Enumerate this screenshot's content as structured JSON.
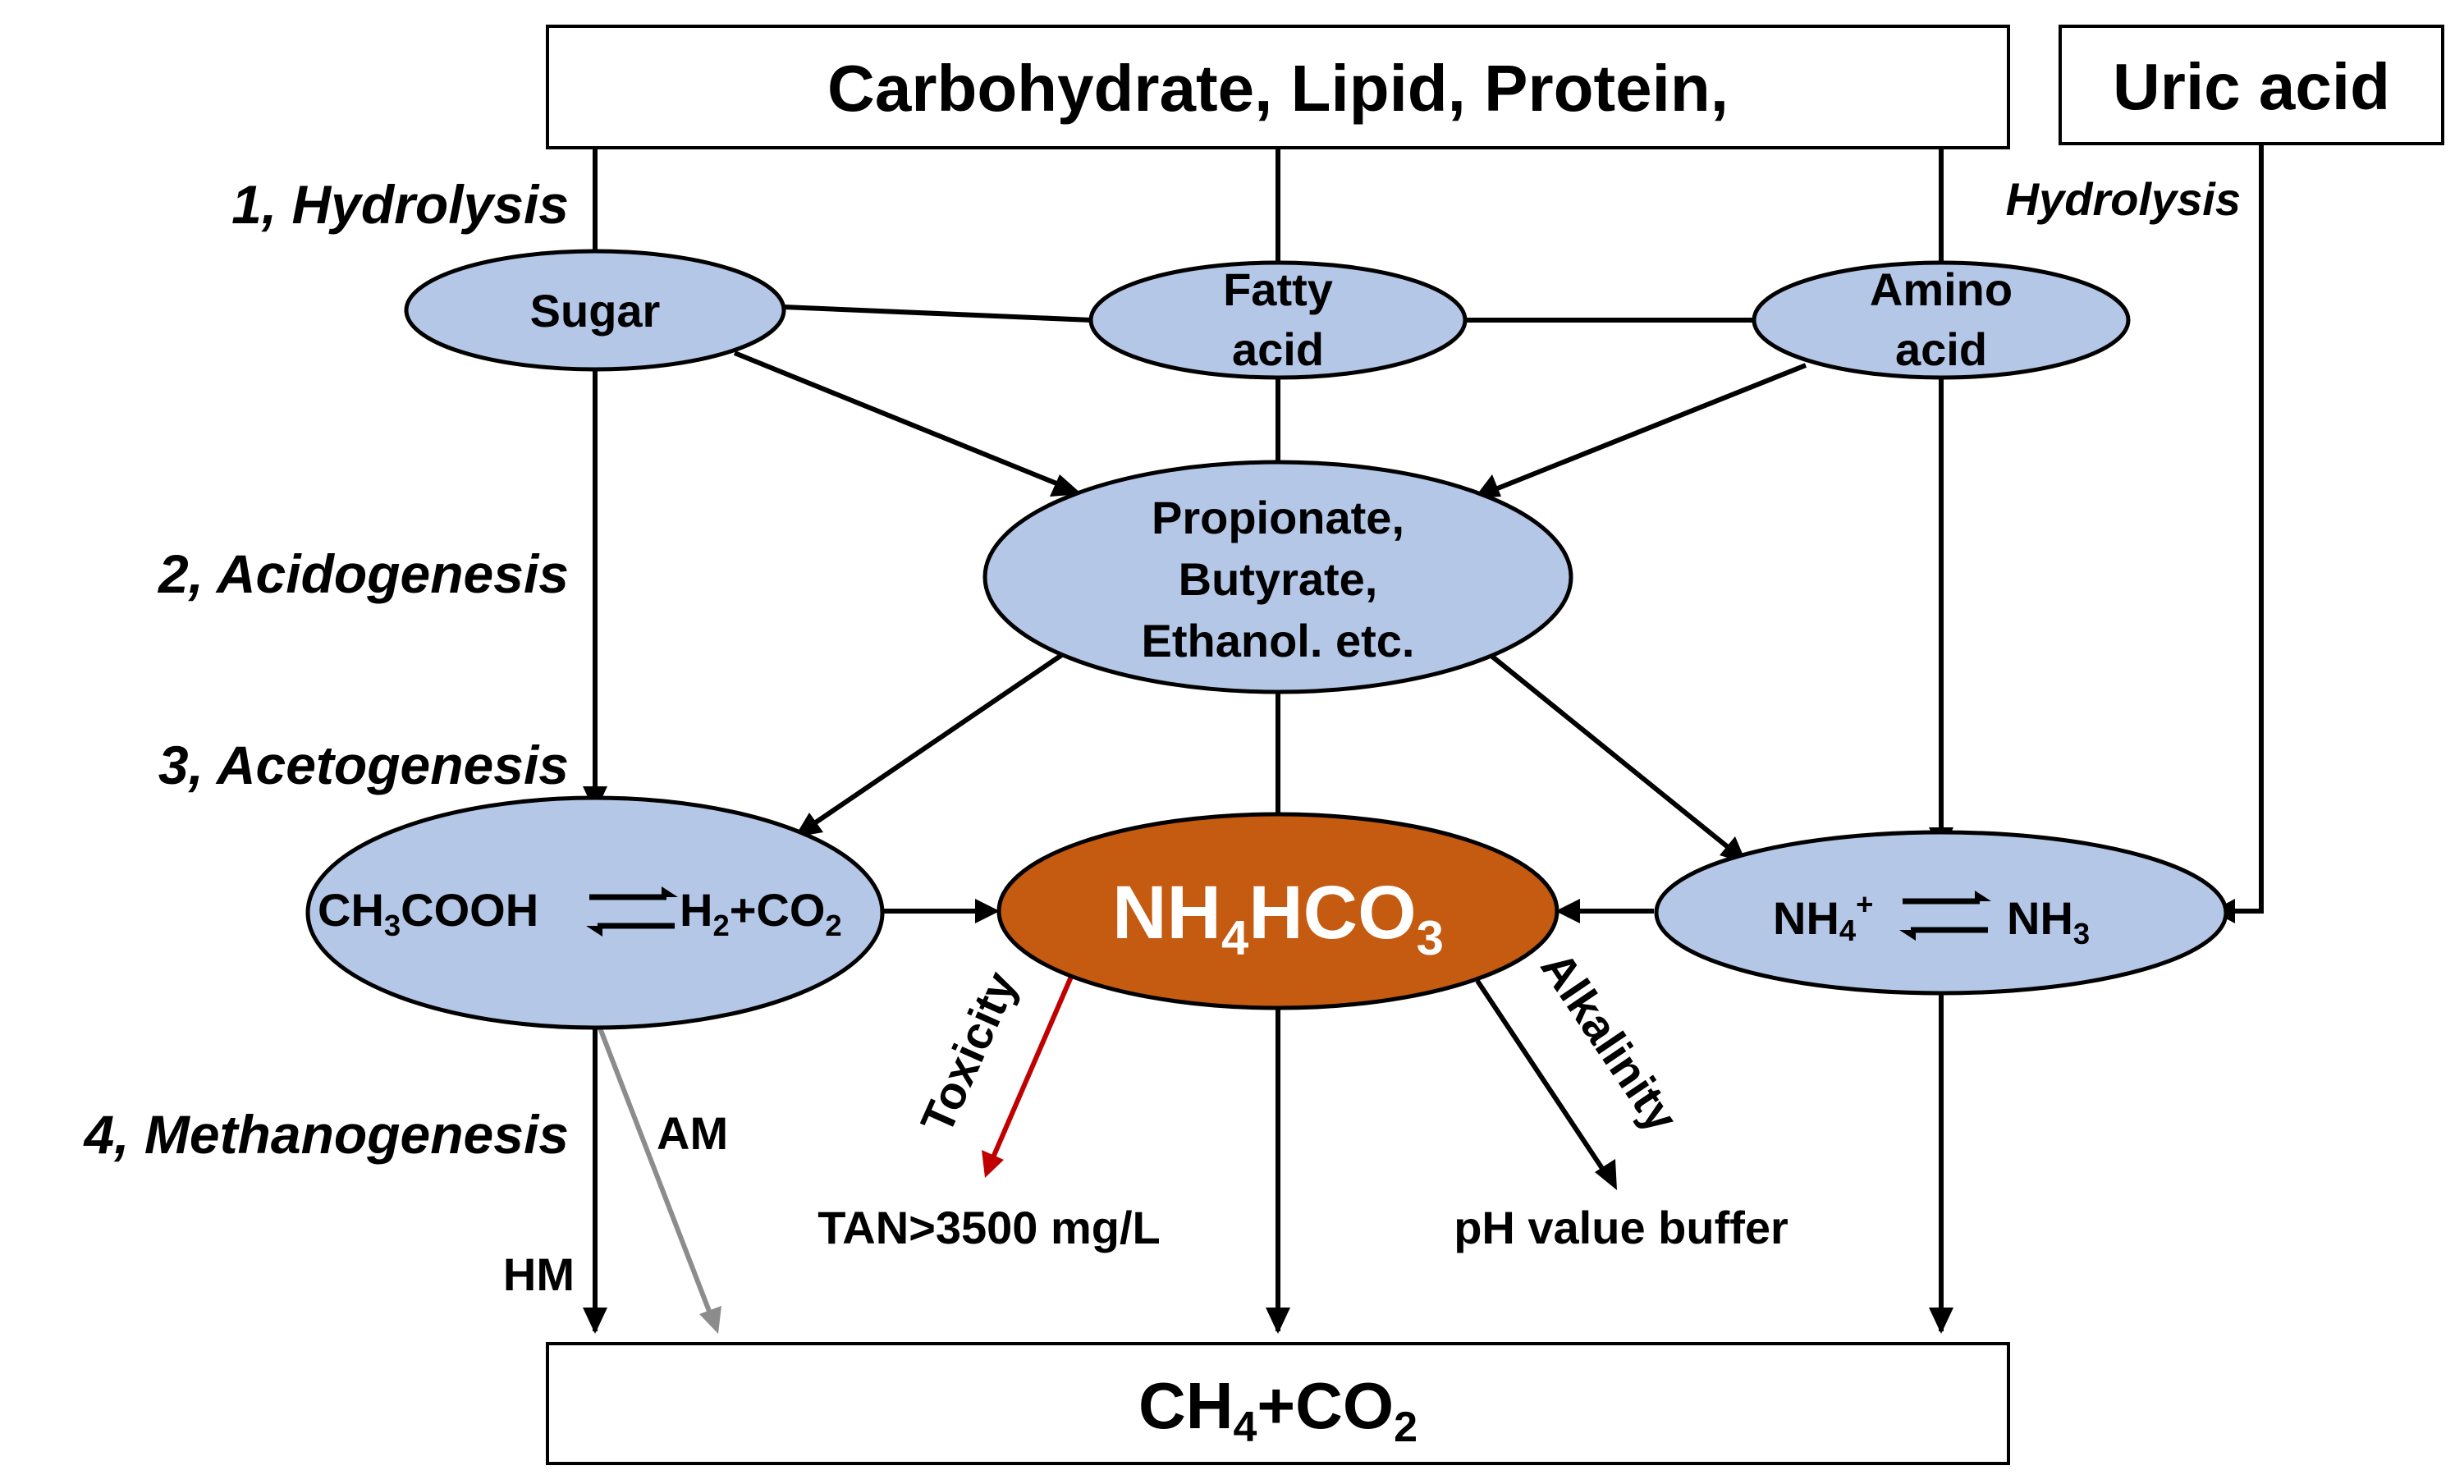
{
  "colors": {
    "node_fill": "#B4C7E7",
    "center_fill": "#C55A11",
    "line": "#000000",
    "toxicity_arrow": "#C00000",
    "am_arrow": "#8C8C8C",
    "center_text": "#FFFFFF"
  },
  "top_box": {
    "label": "Carbohydrate, Lipid, Protein,"
  },
  "uric_box": {
    "label": "Uric acid"
  },
  "stages": {
    "hydrolysis": "1, Hydrolysis",
    "acidogenesis": "2, Acidogenesis",
    "acetogenesis": "3, Acetogenesis",
    "methanogenesis": "4, Methanogenesis"
  },
  "side_labels": {
    "hydrolysis_right": "Hydrolysis"
  },
  "nodes": {
    "sugar": "Sugar",
    "fatty_acid": [
      "Fatty",
      "acid"
    ],
    "amino_acid": [
      "Amino",
      "acid"
    ],
    "vfa": [
      "Propionate,",
      "Butyrate,",
      "Ethanol. etc."
    ]
  },
  "acetate_node": {
    "left_main": "CH",
    "left_sub1": "3",
    "left_rest": "COOH",
    "right_a": "H",
    "right_sub_a": "2",
    "right_b": "+CO",
    "right_sub_b": "2"
  },
  "ammonium_node": {
    "left": "NH",
    "left_sub": "4",
    "left_sup": "+",
    "right": "NH",
    "right_sub": "3"
  },
  "center_node": {
    "a": "NH",
    "sub_a": "4",
    "b": "HCO",
    "sub_b": "3"
  },
  "arrow_labels": {
    "toxicity": "Toxicity",
    "alkalinity": "Alkalinity",
    "am": "AM",
    "hm": "HM"
  },
  "outcomes": {
    "tan": "TAN>3500 mg/L",
    "ph": "pH value buffer"
  },
  "bottom_box": {
    "a": "CH",
    "sub_a": "4",
    "b": "+CO",
    "sub_b": "2"
  }
}
